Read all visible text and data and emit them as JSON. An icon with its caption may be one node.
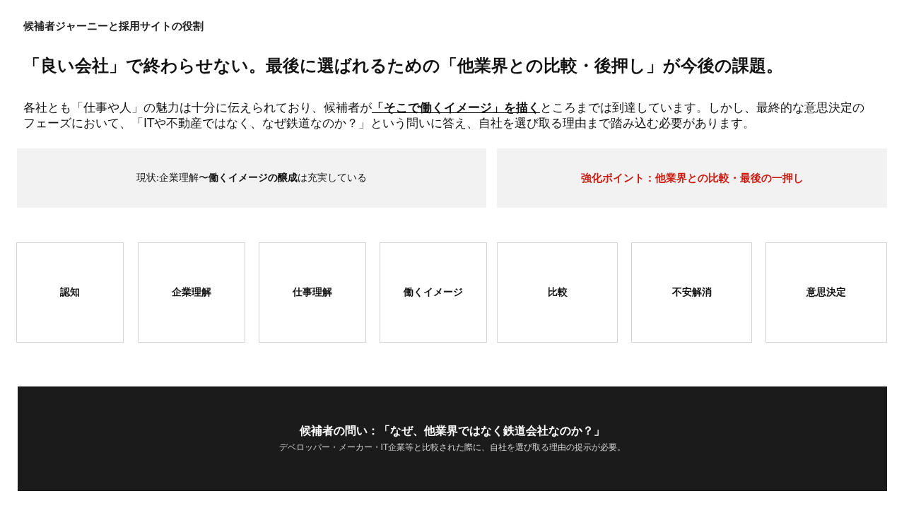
{
  "diagram": {
    "title": "「良い会社」で終わらせない。最後に選ばれるための「他業界との比較・後押し」が今後の課題。",
    "nodes": [
      {
        "text": [
          "現状:企業理解〜**働くイメージの醸成**は充実している"
        ]
      },
      {
        "text": [
          "強化ポイント：他業界との比較・最後の一押し"
        ]
      },
      {
        "text": [
          "認知"
        ]
      },
      {
        "text": [
          "企業理解"
        ]
      },
      {
        "text": [
          "仕事理解"
        ]
      },
      {
        "text": [
          "働くイメージ"
        ]
      },
      {
        "text": [
          "比較"
        ]
      },
      {
        "text": [
          "不安解消"
        ]
      },
      {
        "text": [
          "意思決定"
        ]
      },
      {
        "text": [
          "候補者の問い：「なぜ、他業界ではなく鉄道会社なのか？」",
          "デベロッパー・メーカー・IT企業等と比較された際に、自社を選び取る理由の提示が必要。"
        ]
      }
    ],
    "edges": [],
    "labels": [
      "候補者ジャーニーと採用サイトの役割",
      "各社とも「仕事や人」の魅力は十分に伝えられており、候補者が**「そこで働くイメージ」を描く**ところまでは到達しています。しかし、最終的な意思決定のフェーズにおいて、「ITや不動産ではなく、なぜ鉄道なのか？」という問いに答え、自社を選び取る理由まで踏み込む必要があります。"
    ]
  }
}
